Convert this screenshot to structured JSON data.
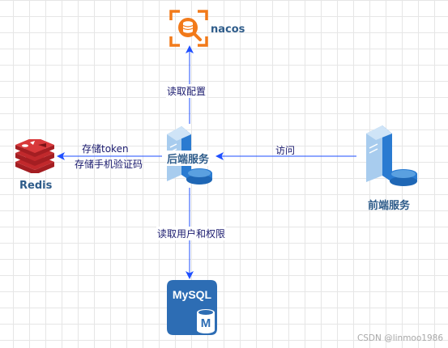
{
  "nodes": {
    "nacos": {
      "label": "nacos",
      "icon": "nacos-logo-icon"
    },
    "backend": {
      "label": "后端服务",
      "icon": "server-icon"
    },
    "frontend": {
      "label": "前端服务",
      "icon": "server-icon"
    },
    "redis": {
      "label": "Redis",
      "icon": "redis-logo-icon"
    },
    "mysql": {
      "label": "MySQL",
      "sub": "M",
      "icon": "mysql-db-icon"
    }
  },
  "edges": {
    "to_nacos": "读取配置",
    "from_frontend": "访问",
    "to_redis_line1": "存储token",
    "to_redis_line2": "存储手机验证码",
    "to_mysql": "读取用户和权限"
  },
  "watermark": "CSDN @linmoo1986",
  "colors": {
    "arrow": "#1f4fff",
    "server_blue": "#2a7bd1",
    "nacos_orange": "#f27a1a",
    "redis_red": "#c1292c",
    "mysql_blue": "#2d6db4",
    "label_blue": "#2e5c8a"
  }
}
